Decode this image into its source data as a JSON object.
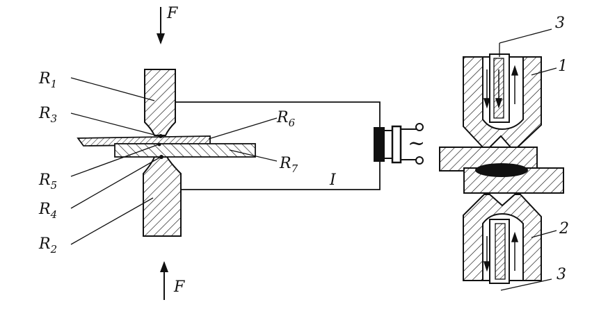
{
  "left_figure": {
    "force_top": "F",
    "force_bottom": "F",
    "resistances": {
      "r1": {
        "main": "R",
        "sub": "1"
      },
      "r2": {
        "main": "R",
        "sub": "2"
      },
      "r3": {
        "main": "R",
        "sub": "3"
      },
      "r4": {
        "main": "R",
        "sub": "4"
      },
      "r5": {
        "main": "R",
        "sub": "5"
      },
      "r6": {
        "main": "R",
        "sub": "6"
      },
      "r7": {
        "main": "R",
        "sub": "7"
      }
    },
    "current": "I",
    "ac_symbol": "~"
  },
  "right_figure": {
    "callouts": {
      "electrode_top": "1",
      "electrode_bottom": "2",
      "coolant_top": "3",
      "coolant_bottom": "3"
    }
  }
}
